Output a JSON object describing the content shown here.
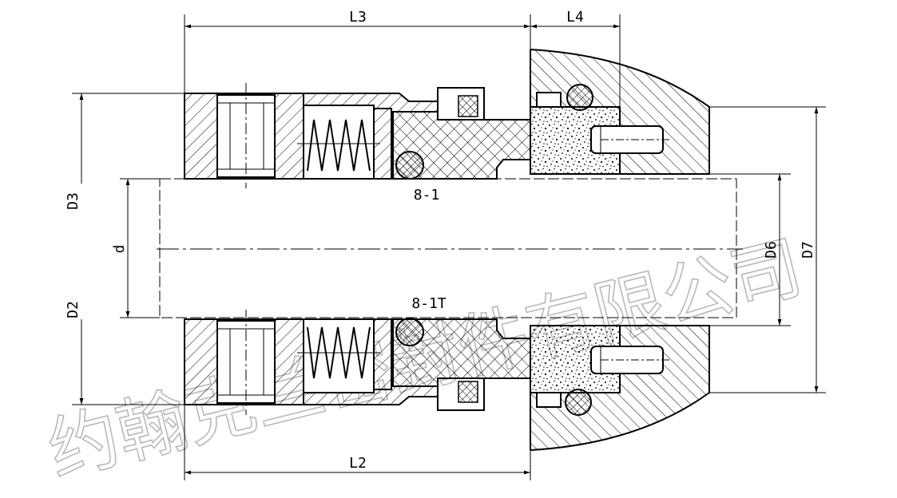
{
  "dimensions": {
    "L3": "L3",
    "L4": "L4",
    "L2": "L2",
    "D3": "D3",
    "D2": "D2",
    "d": "d",
    "D6": "D6",
    "D7": "D7"
  },
  "labels": {
    "top_variant": "8-1",
    "bottom_variant": "8-1T"
  },
  "watermark": "约翰克兰密封件有限公司",
  "colors": {
    "line": "#000000",
    "watermark": "#b9b9b9",
    "background": "#ffffff"
  }
}
